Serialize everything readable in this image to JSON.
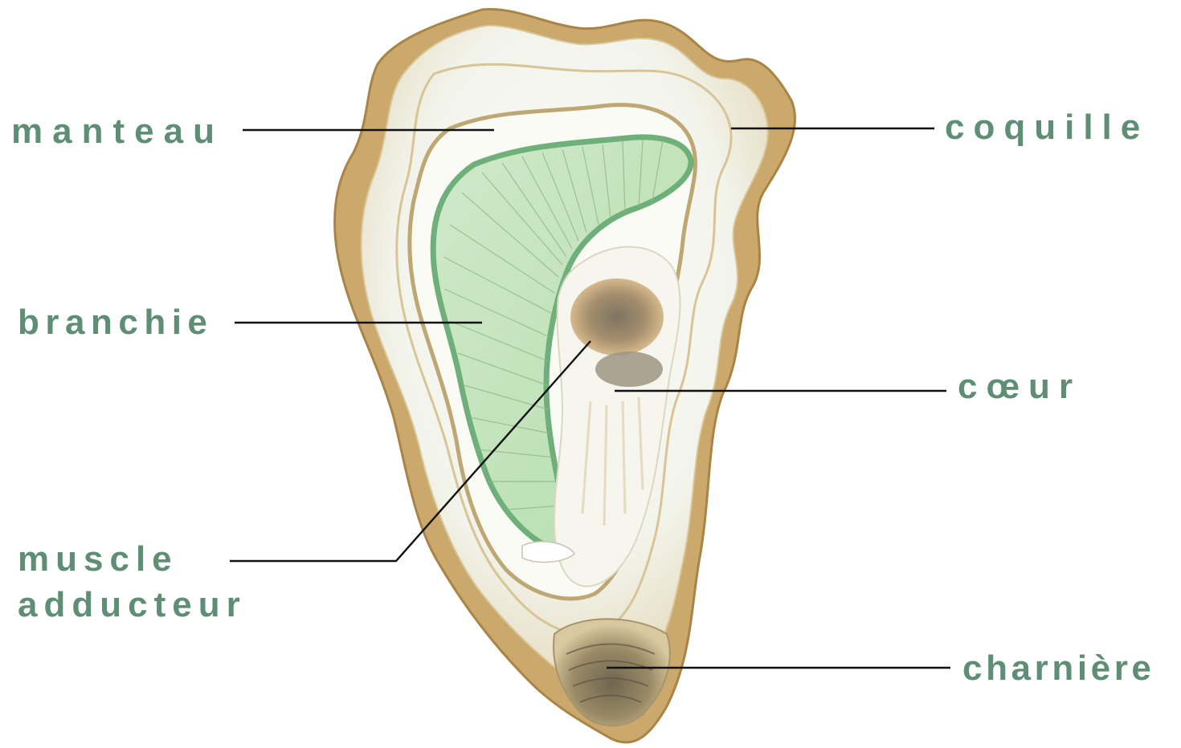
{
  "diagram": {
    "colors": {
      "label_text": "#5e8f74",
      "leader_line": "#111111",
      "shell_outer": "#caa76a",
      "shell_inner": "#f4f6ee",
      "gill": "#a9d5a4",
      "gill_edge": "#6fb07a",
      "heart": "#d8b07a",
      "hinge": "#7a6a52"
    },
    "labels": {
      "manteau": "manteau",
      "coquille": "coquille",
      "branchie": "branchie",
      "coeur": "cœur",
      "muscle_adducteur": "muscle adducteur",
      "charniere": "charnière"
    }
  }
}
